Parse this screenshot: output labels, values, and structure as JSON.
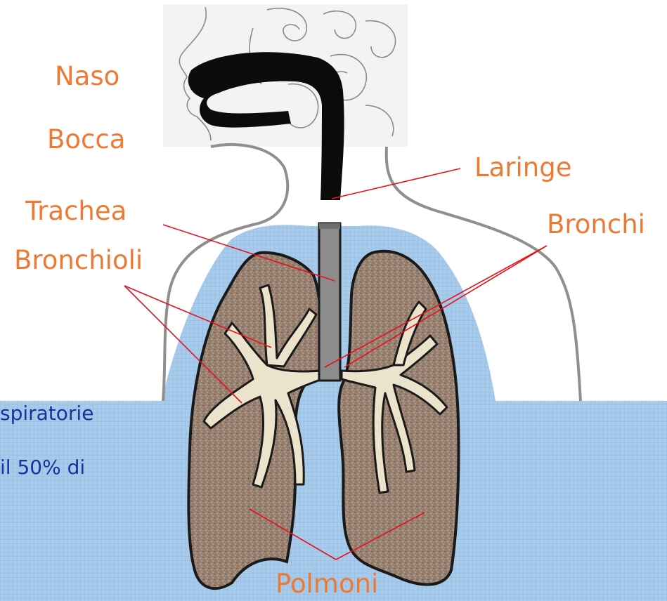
{
  "colors": {
    "label": "#ec7a34",
    "body_text": "#1c2f9e",
    "pointer_line": "#e8101a",
    "grid_fill": "#a8cbec",
    "grid_line": "#8ab4dd",
    "lung_fill": "#9a8272",
    "bronchi_fill": "#ece3cd",
    "airway_black": "#0b0b0b",
    "trachea_gray": "#8c8c8c"
  },
  "diagram": {
    "labels": {
      "naso": "Naso",
      "bocca": "Bocca",
      "trachea": "Trachea",
      "bronchioli": "Bronchioli",
      "laringe": "Laringe",
      "bronchi": "Bronchi",
      "polmoni": "Polmoni"
    },
    "background_text": {
      "line1": "spiratorie",
      "line2": "il 50% di"
    }
  }
}
